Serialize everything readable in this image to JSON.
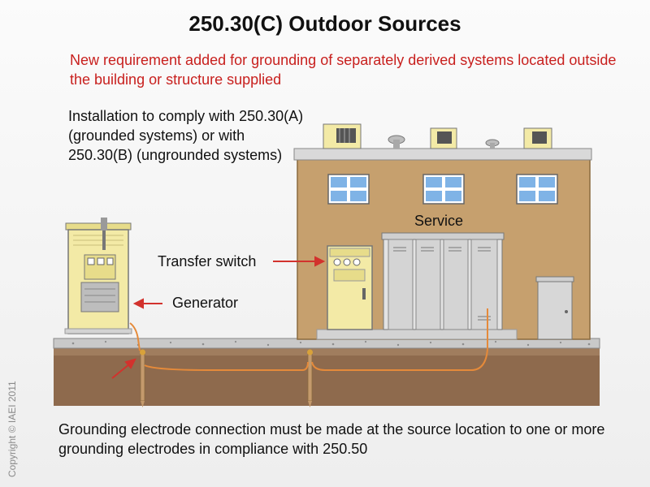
{
  "title": "250.30(C) Outdoor Sources",
  "subtitle": "New requirement added for grounding of separately derived systems located outside the building or structure supplied",
  "installation_note": "Installation to comply with 250.30(A) (grounded systems) or with 250.30(B) (ungrounded systems)",
  "labels": {
    "service": "Service",
    "transfer_switch": "Transfer switch",
    "generator": "Generator"
  },
  "electrode_note": "Grounding electrode connection must be made at the source location to one or more grounding electrodes in compliance with 250.50",
  "copyright": "Copyright © IAEI 2011",
  "colors": {
    "title": "#111111",
    "subtitle": "#c8201e",
    "arrow": "#d2322d",
    "building": "#c6a06e",
    "generator": "#f3eaa6",
    "earth": "#8e6a4d",
    "conductor": "#e58a3a"
  }
}
